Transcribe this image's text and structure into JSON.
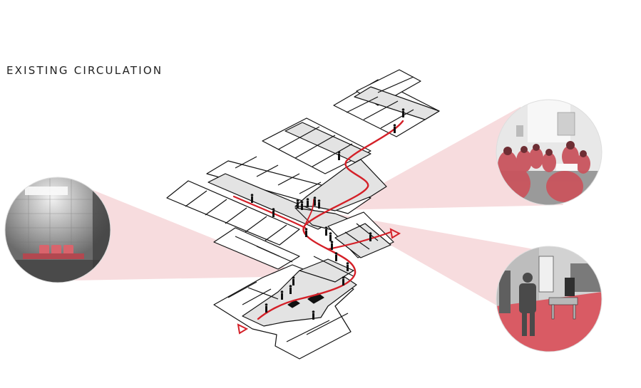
{
  "title": "EXISTING CIRCULATION",
  "colors": {
    "accent": "#d42028",
    "circulation_fill": "#e3e3e3",
    "wedge": "#f6d6d8",
    "wall": "#111111",
    "photo_tint": "#e45a63"
  },
  "photos": [
    {
      "name": "waiting-bench-photo",
      "description_icon": "red-bench-photo"
    },
    {
      "name": "group-meeting-photo",
      "description_icon": "people-seated-photo"
    },
    {
      "name": "corridor-photo",
      "description_icon": "corridor-people-photo"
    }
  ],
  "entrances": [
    {
      "name": "entrance-marker-left"
    },
    {
      "name": "entrance-marker-right"
    }
  ]
}
